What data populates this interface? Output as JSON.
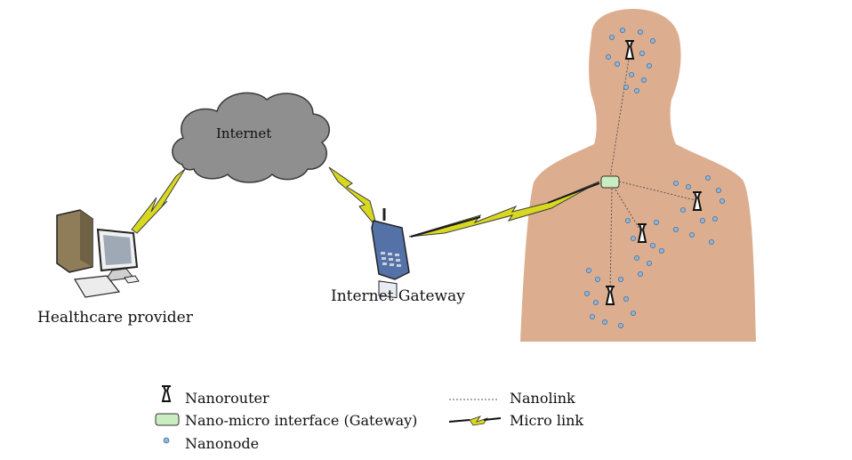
{
  "labels": {
    "internet": "Internet",
    "internet_gateway": "Internet Gateway",
    "healthcare_provider": "Healthcare provider"
  },
  "legend": {
    "nanorouter": "Nanorouter",
    "interface": "Nano-micro interface (Gateway)",
    "nanonode": "Nanonode",
    "nanolink": "Nanolink",
    "microlink": "Micro link"
  },
  "colors": {
    "body_skin": "#dcae8f",
    "cloud": "#8f8f8f",
    "lightning": "#d8d820",
    "nanonode": "#8fb7d9",
    "interface": "#c9ecc0",
    "phone": "#5572a8"
  }
}
